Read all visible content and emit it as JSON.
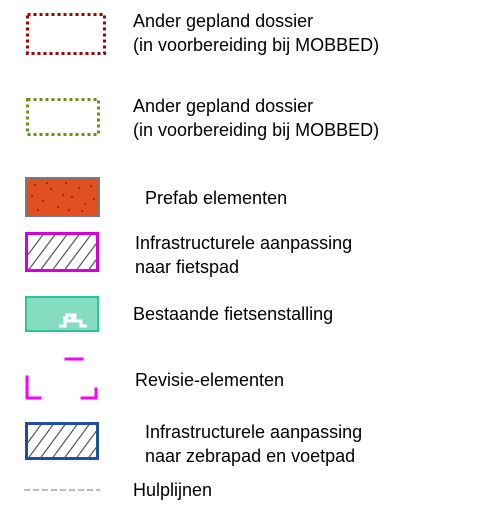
{
  "legend": {
    "items": [
      {
        "key": "other-dossier-red",
        "lines": [
          "Ander gepland dossier",
          "(in voorbereiding bij MOBBED)"
        ],
        "symbol": "dotted-rect",
        "color": "#a00000"
      },
      {
        "key": "other-dossier-green",
        "lines": [
          "Ander gepland dossier",
          "(in voorbereiding bij MOBBED)"
        ],
        "symbol": "dotted-rect",
        "color": "#6b8e23"
      },
      {
        "key": "prefab",
        "lines": [
          "Prefab elementen"
        ],
        "symbol": "speckled-rect",
        "color": "#e0501e"
      },
      {
        "key": "infra-fietspad",
        "lines": [
          "Infrastructurele aanpassing",
          "naar fietspad"
        ],
        "symbol": "hatched-rect",
        "color": "#d500d5"
      },
      {
        "key": "fietsenstalling",
        "lines": [
          "Bestaande fietsenstalling"
        ],
        "symbol": "bike-rack-rect",
        "color": "#86dcc0"
      },
      {
        "key": "revisie",
        "lines": [
          "Revisie-elementen"
        ],
        "symbol": "corner-marks",
        "color": "#ff00ff"
      },
      {
        "key": "infra-zebrapad",
        "lines": [
          "Infrastructurele aanpassing",
          "naar zebrapad en voetpad"
        ],
        "symbol": "hatched-rect",
        "color": "#1f4e9a"
      },
      {
        "key": "hulplijnen",
        "lines": [
          "Hulplijnen"
        ],
        "symbol": "dashed-line",
        "color": "#7a7a7a"
      }
    ]
  }
}
